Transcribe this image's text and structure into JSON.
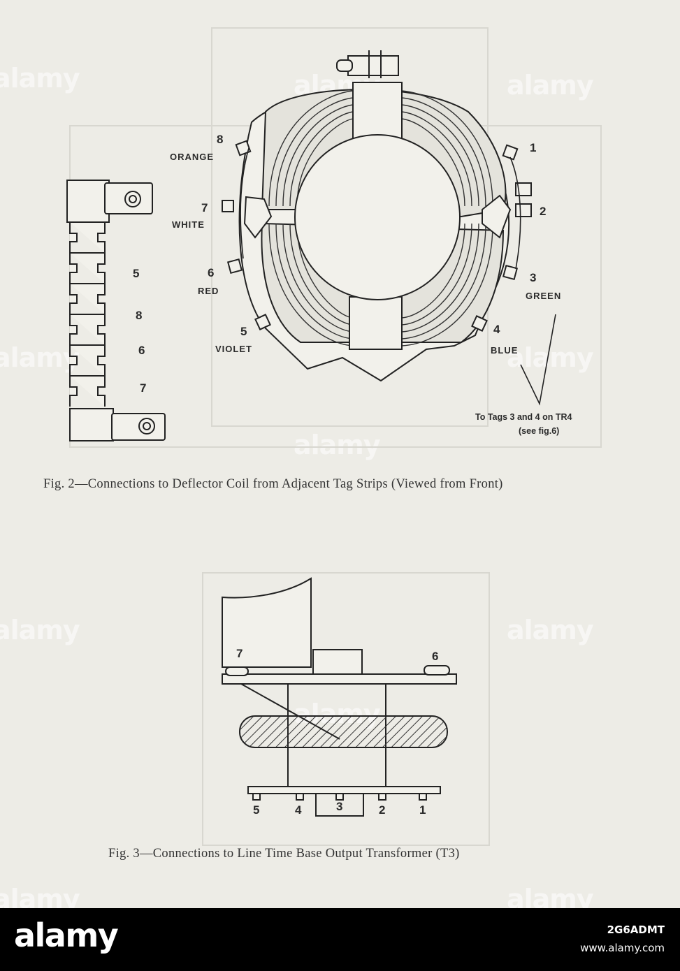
{
  "fig2": {
    "tag_strip_numbers": [
      "5",
      "8",
      "6",
      "7"
    ],
    "coil_tags": [
      {
        "num": "8",
        "color": "ORANGE"
      },
      {
        "num": "7",
        "color": "WHITE"
      },
      {
        "num": "6",
        "color": "RED"
      },
      {
        "num": "5",
        "color": "VIOLET"
      },
      {
        "num": "1",
        "color": ""
      },
      {
        "num": "2",
        "color": ""
      },
      {
        "num": "3",
        "color": "GREEN"
      },
      {
        "num": "4",
        "color": "BLUE"
      }
    ],
    "note_line1": "To Tags 3 and 4 on TR4",
    "note_line2": "(see fig.6)",
    "caption": "Fig. 2—Connections to Deflector Coil from Adjacent Tag Strips (Viewed from Front)"
  },
  "fig3": {
    "top_tags": [
      "7",
      "6"
    ],
    "bottom_tags": [
      "5",
      "4",
      "3",
      "2",
      "1"
    ],
    "caption": "Fig. 3—Connections to Line Time Base Output Transformer (T3)"
  },
  "watermark": {
    "brand": "alamy",
    "image_id": "2G6ADMT",
    "site": "www.alamy.com"
  }
}
